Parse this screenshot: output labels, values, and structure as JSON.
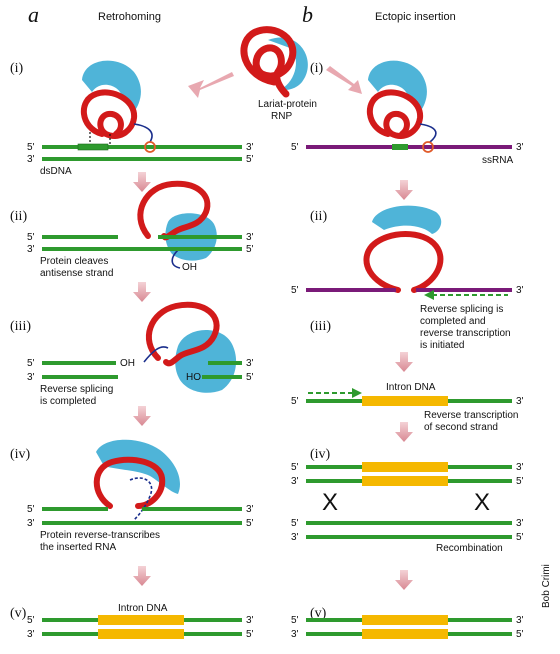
{
  "panel_a": {
    "letter": "a",
    "heading": "Retrohoming",
    "steps": [
      "(i)",
      "(ii)",
      "(iii)",
      "(iv)",
      "(v)"
    ],
    "labels": {
      "dsdna": "dsDNA",
      "cleave_1": "Protein cleaves",
      "cleave_2": "antisense strand",
      "oh": "OH",
      "oh2": "OH",
      "ho": "HO",
      "splice_1": "Reverse splicing",
      "splice_2": "is completed",
      "rt_1": "Protein reverse-transcribes",
      "rt_2": "the inserted RNA",
      "intron": "Intron DNA"
    }
  },
  "panel_b": {
    "letter": "b",
    "heading": "Ectopic insertion",
    "steps": [
      "(i)",
      "(ii)",
      "(iii)",
      "(iv)",
      "(v)"
    ],
    "labels": {
      "ssrna": "ssRNA",
      "rs_1": "Reverse splicing is",
      "rs_2": "completed and",
      "rs_3": "reverse transcription",
      "rs_4": "is initiated",
      "intron": "Intron DNA",
      "rt2_1": "Reverse transcription",
      "rt2_2": "of second strand",
      "x_mark": "X",
      "recomb": "Recombination"
    }
  },
  "center": {
    "rnp_1": "Lariat-protein",
    "rnp_2": "RNP"
  },
  "ends": {
    "five": "5'",
    "three": "3'"
  },
  "credit": "Bob Crimi",
  "colors": {
    "dna": "#2e9a2e",
    "rna_lariat": "#d21a1a",
    "protein": "#4fb4d8",
    "intron": "#f5b800",
    "ssrna": "#7a1a78",
    "arrow": "#e8a8b0",
    "rt_dash": "#1a2e8c"
  }
}
